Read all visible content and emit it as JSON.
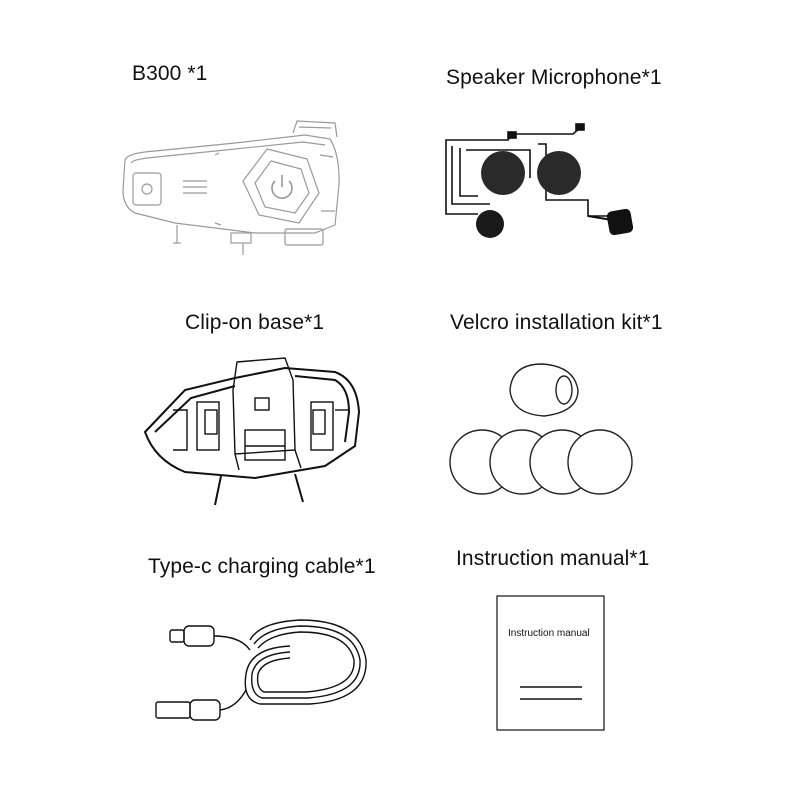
{
  "items": [
    {
      "label": "B300 *1",
      "icon": "intercom-unit"
    },
    {
      "label": "Speaker Microphone*1",
      "icon": "speaker-microphone"
    },
    {
      "label": "Clip-on base*1",
      "icon": "clip-on-base"
    },
    {
      "label": "Velcro installation kit*1",
      "icon": "velcro-kit"
    },
    {
      "label": "Type-c charging cable*1",
      "icon": "type-c-cable"
    },
    {
      "label": "Instruction manual*1",
      "icon": "instruction-manual"
    }
  ],
  "manual": {
    "cover_title": "Instruction manual"
  }
}
